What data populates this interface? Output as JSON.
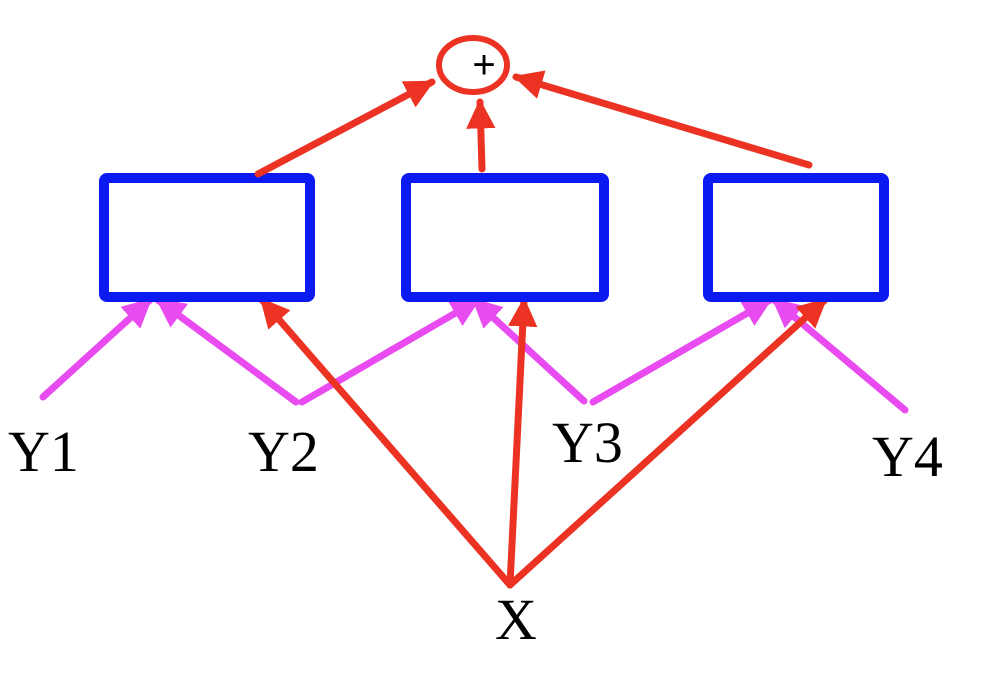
{
  "diagram": {
    "sum_symbol": "+",
    "inputs": [
      {
        "id": "y1",
        "label": "Y1"
      },
      {
        "id": "y2",
        "label": "Y2"
      },
      {
        "id": "y3",
        "label": "Y3"
      },
      {
        "id": "y4",
        "label": "Y4"
      }
    ],
    "shared_input": {
      "id": "x",
      "label": "X"
    },
    "boxes": [
      {
        "id": "box-1",
        "label": ""
      },
      {
        "id": "box-2",
        "label": ""
      },
      {
        "id": "box-3",
        "label": ""
      }
    ],
    "edges": [
      {
        "from": "y1",
        "to": "box-1",
        "kind": "y"
      },
      {
        "from": "y2",
        "to": "box-1",
        "kind": "y"
      },
      {
        "from": "y2",
        "to": "box-2",
        "kind": "y"
      },
      {
        "from": "y3",
        "to": "box-2",
        "kind": "y"
      },
      {
        "from": "y3",
        "to": "box-3",
        "kind": "y"
      },
      {
        "from": "y4",
        "to": "box-3",
        "kind": "y"
      },
      {
        "from": "x",
        "to": "box-1",
        "kind": "x"
      },
      {
        "from": "x",
        "to": "box-2",
        "kind": "x"
      },
      {
        "from": "x",
        "to": "box-3",
        "kind": "x"
      },
      {
        "from": "box-1",
        "to": "sum",
        "kind": "sum"
      },
      {
        "from": "box-2",
        "to": "sum",
        "kind": "sum"
      },
      {
        "from": "box-3",
        "to": "sum",
        "kind": "sum"
      }
    ],
    "colors": {
      "box_stroke": "#0a1af0",
      "red_arrow": "#ec3323",
      "magenta_arrow": "#e84cf0",
      "sum_circle": "#ec3323",
      "text": "#000000"
    }
  }
}
